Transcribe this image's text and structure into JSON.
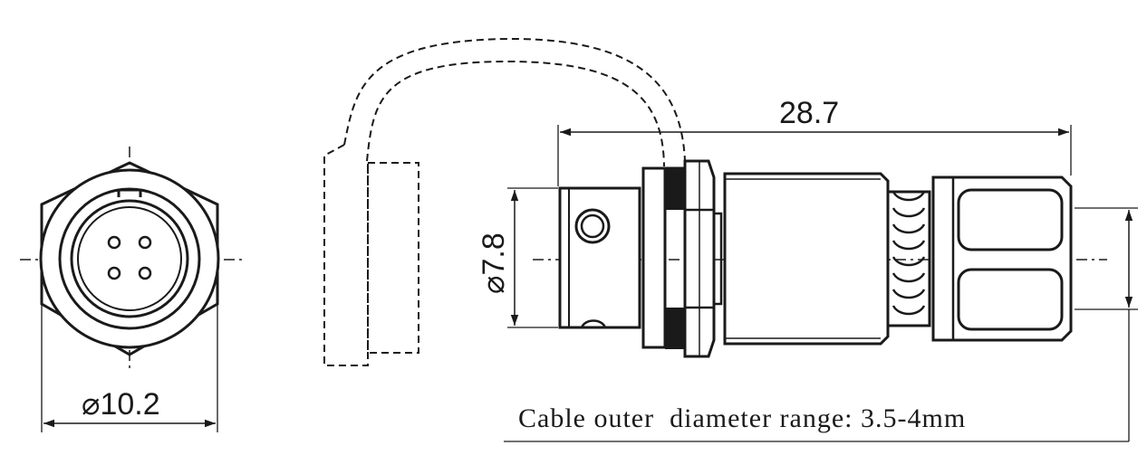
{
  "dimensions": {
    "face_diameter": "⌀10.2",
    "body_diameter": "⌀7.8",
    "overall_length": "28.7"
  },
  "note": "Cable outer  diameter range: 3.5-4mm",
  "colors": {
    "line": "#1a1a1a",
    "background": "#ffffff"
  }
}
